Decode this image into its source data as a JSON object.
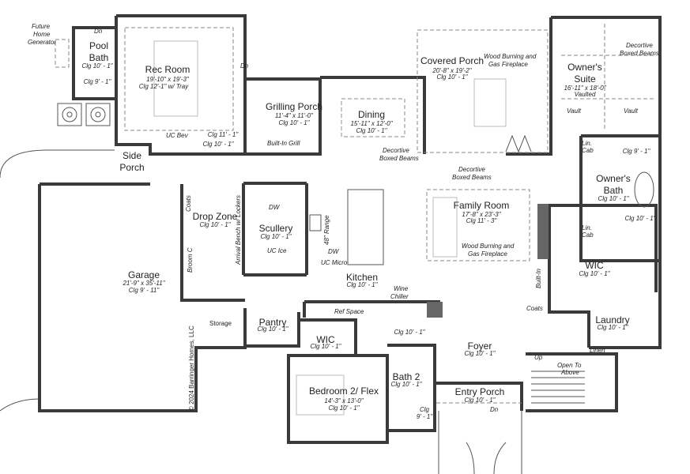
{
  "plan": {
    "copyright": "© 2024 Barringer Homes, LLC",
    "rooms": {
      "rec_room": {
        "name": "Rec Room",
        "dims": "19'-10\" x 19'-3\"",
        "ceiling": "Clg 12'-1\" w/ Tray"
      },
      "pool_bath": {
        "name1": "Pool",
        "name2": "Bath",
        "ceiling": "Clg 10' - 1\""
      },
      "pool_bath_shower": {
        "ceiling": "Clg 9' - 1\""
      },
      "grilling_porch": {
        "name": "Grilling Porch",
        "dims": "11'-4\" x 11'-0\"",
        "ceiling": "Clg 10' - 1\""
      },
      "dining": {
        "name": "Dining",
        "dims": "15'-11\" x 12'-0\"",
        "ceiling": "Clg 10' - 1\""
      },
      "covered_porch": {
        "name": "Covered Porch",
        "dims": "20'-8\" x 19'-2\"",
        "ceiling": "Clg 10' - 1\""
      },
      "owners_suite": {
        "name1": "Owner's",
        "name2": "Suite",
        "dims": "16'-11\" x 18'-0\"",
        "ceiling": "Vaulted"
      },
      "owners_bath": {
        "name1": "Owner's",
        "name2": "Bath",
        "ceiling": "Clg 10' - 1\""
      },
      "owners_wc": {
        "ceiling": "Clg 10' - 1\""
      },
      "owners_closet": {
        "ceiling": "Clg 9' - 1\""
      },
      "side_porch": {
        "name1": "Side",
        "name2": "Porch"
      },
      "drop_zone": {
        "name": "Drop Zone",
        "ceiling": "Clg 10' - 1\""
      },
      "scullery": {
        "name": "Scullery",
        "ceiling": "Clg 10' - 1\""
      },
      "kitchen": {
        "name": "Kitchen",
        "ceiling": "Clg 10' - 1\""
      },
      "family_room": {
        "name": "Family Room",
        "dims": "17'-8\" x 23'-3\"",
        "ceiling": "Clg 11' - 3\""
      },
      "wic_owner": {
        "name": "WIC",
        "ceiling": "Clg 10' - 1\""
      },
      "laundry": {
        "name": "Laundry",
        "ceiling": "Clg 10' - 1\""
      },
      "garage": {
        "name": "Garage",
        "dims": "21'-9\" x 35'-11\"",
        "ceiling": "Clg 9' - 11\""
      },
      "storage": {
        "name": "Storage"
      },
      "pantry": {
        "name": "Pantry",
        "ceiling": "Clg 10' - 1\""
      },
      "wic_bed2": {
        "name": "WIC",
        "ceiling": "Clg 10' - 1\""
      },
      "hall": {
        "ceiling": "Clg 10' - 1\""
      },
      "bedroom2": {
        "name": "Bedroom 2/ Flex",
        "dims": "14'-3\" x 13'-0\"",
        "ceiling": "Clg 10' - 1\""
      },
      "bath2": {
        "name": "Bath 2",
        "ceiling": "Clg 10' - 1\""
      },
      "bath2_closet": {
        "line1": "Clg",
        "line2": "9' - 1\""
      },
      "foyer": {
        "name": "Foyer",
        "ceiling": "Clg 10' - 1\""
      },
      "entry_porch": {
        "name": "Entry Porch",
        "ceiling": "Clg 10' - 1\""
      },
      "bev_hall": {
        "ceiling1": "Clg 11' - 1\"",
        "ceiling2": "Clg 10' - 1\""
      }
    },
    "notes": {
      "generator1": "Future",
      "generator2": "Home",
      "generator3": "Generator",
      "uc_bev": "UC Bev",
      "built_in_grill": "Built-In Grill",
      "dining_beams1": "Decortive",
      "dining_beams2": "Boxed Beams",
      "family_beams1": "Decortive",
      "family_beams2": "Boxed Beams",
      "suite_beams1": "Decortive",
      "suite_beams2": "Boxed Beams",
      "porch_fireplace1": "Wood Burning and",
      "porch_fireplace2": "Gas Fireplace",
      "family_fireplace1": "Wood Burning and",
      "family_fireplace2": "Gas Fireplace",
      "vault_left": "Vault",
      "vault_right": "Vault",
      "lin_cab_top1": "Lin.",
      "lin_cab_top2": "Cab",
      "lin_cab_bot1": "Lin.",
      "lin_cab_bot2": "Cab",
      "coats_drop": "Coats",
      "broom_closet": "Broom C",
      "arrival_bench": "Arrival Bench w/ Lockers",
      "scullery_dw": "DW",
      "uc_ice": "UC Ice",
      "range": "48\" Range",
      "kitchen_dw": "DW",
      "uc_micro": "UC Micro",
      "wine1": "Wine",
      "wine2": "Chiller",
      "ref_space": "Ref Space",
      "built_in": "Built-In",
      "coats_foyer": "Coats",
      "linen": "Linen",
      "up": "Up",
      "open_above1": "Open To",
      "open_above2": "Above",
      "dn_pool": "Dn",
      "dn_rec": "Dn",
      "dn_entry": "Dn"
    }
  }
}
